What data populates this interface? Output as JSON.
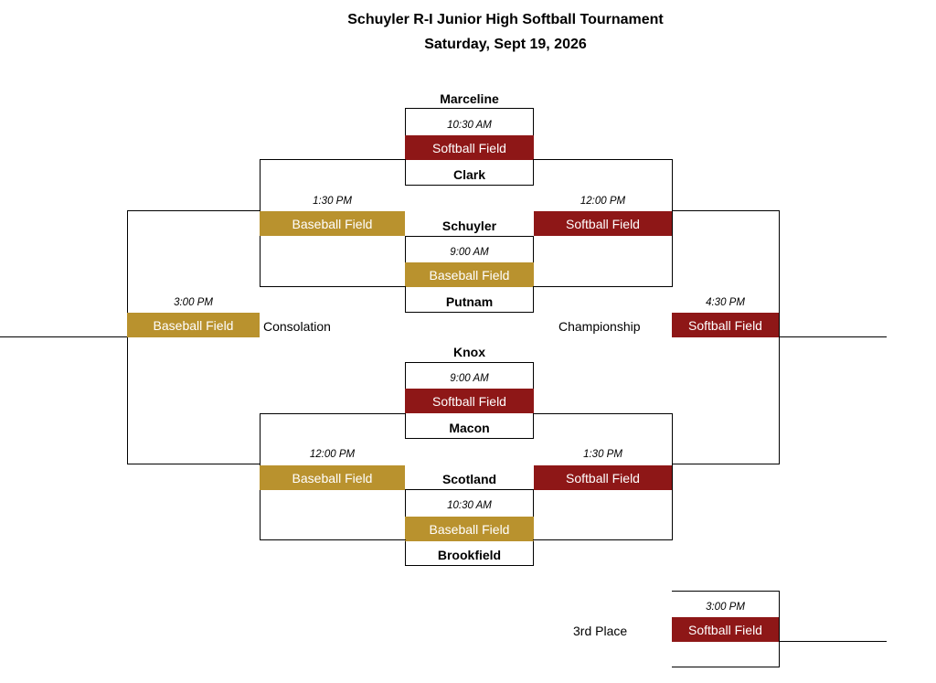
{
  "header": {
    "title": "Schuyler R-I Junior High Softball Tournament",
    "date": "Saturday, Sept 19, 2026"
  },
  "teams": {
    "marceline": "Marceline",
    "clark": "Clark",
    "schuyler": "Schuyler",
    "putnam": "Putnam",
    "knox": "Knox",
    "macon": "Macon",
    "scotland": "Scotland",
    "brookfield": "Brookfield"
  },
  "games": {
    "g1": {
      "time": "10:30 AM",
      "field": "Softball Field"
    },
    "g2": {
      "time": "9:00 AM",
      "field": "Baseball Field"
    },
    "g3": {
      "time": "9:00 AM",
      "field": "Softball Field"
    },
    "g4": {
      "time": "10:30 AM",
      "field": "Baseball Field"
    },
    "g5": {
      "time": "1:30 PM",
      "field": "Baseball Field"
    },
    "g6": {
      "time": "12:00 PM",
      "field": "Softball Field"
    },
    "g7": {
      "time": "12:00 PM",
      "field": "Baseball Field"
    },
    "g8": {
      "time": "1:30 PM",
      "field": "Softball Field"
    },
    "consolation": {
      "time": "3:00 PM",
      "field": "Baseball Field",
      "label": "Consolation"
    },
    "championship": {
      "time": "4:30 PM",
      "field": "Softball Field",
      "label": "Championship"
    },
    "third": {
      "time": "3:00 PM",
      "field": "Softball Field",
      "label": "3rd Place"
    }
  },
  "colors": {
    "softball": "#8e1717",
    "baseball": "#b9922e"
  }
}
